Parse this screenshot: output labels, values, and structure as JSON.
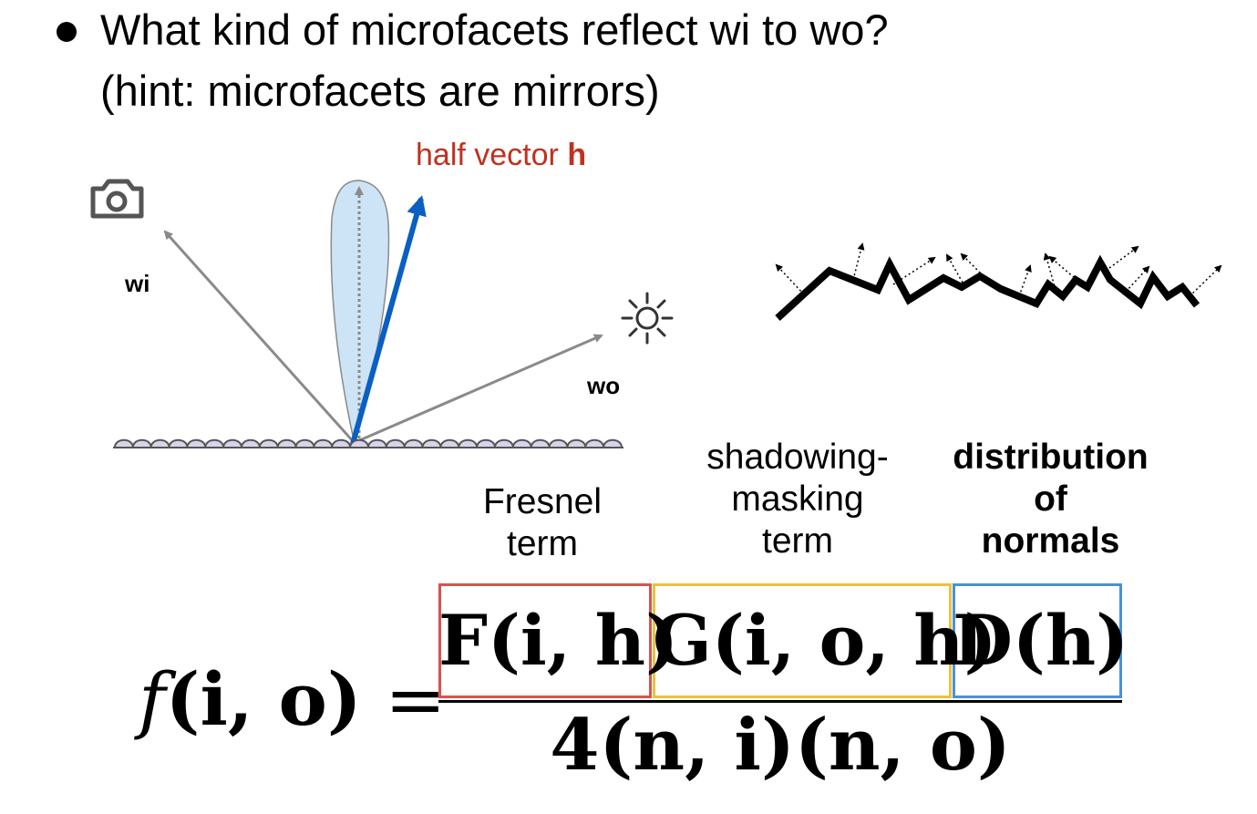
{
  "bullet": {
    "line1": "What kind of microfacets reflect wi to wo?",
    "line2": "(hint: microfacets are mirrors)"
  },
  "diagram": {
    "half_vector_text": "half vector ",
    "half_vector_symbol": "h",
    "wi": "wi",
    "wo": "wo",
    "colors": {
      "half_vector_label": "#c0311f",
      "half_vector_arrow": "#0a5fc2",
      "lobe_fill": "#cde4f6",
      "microfacet_fill": "#d8d3ea",
      "gray_arrow": "#8a8a8a"
    },
    "icons": [
      "camera-icon",
      "sun-icon"
    ]
  },
  "terms": {
    "fresnel": [
      "Fresnel",
      "term"
    ],
    "shadowing": [
      "shadowing-",
      "masking",
      "term"
    ],
    "distribution": [
      "distribution",
      "of",
      "normals"
    ]
  },
  "equation": {
    "lhs_f": "f",
    "lhs_args": "(i, o)",
    "equals": " =",
    "num_F": "F(i, h)",
    "num_G": "G(i, o, h)",
    "num_D": "D(h)",
    "denominator": "4(n, i)(n, o)",
    "box_colors": {
      "fresnel": "#d9534f",
      "shadowing": "#e8c43c",
      "distribution": "#4a90d9"
    }
  }
}
